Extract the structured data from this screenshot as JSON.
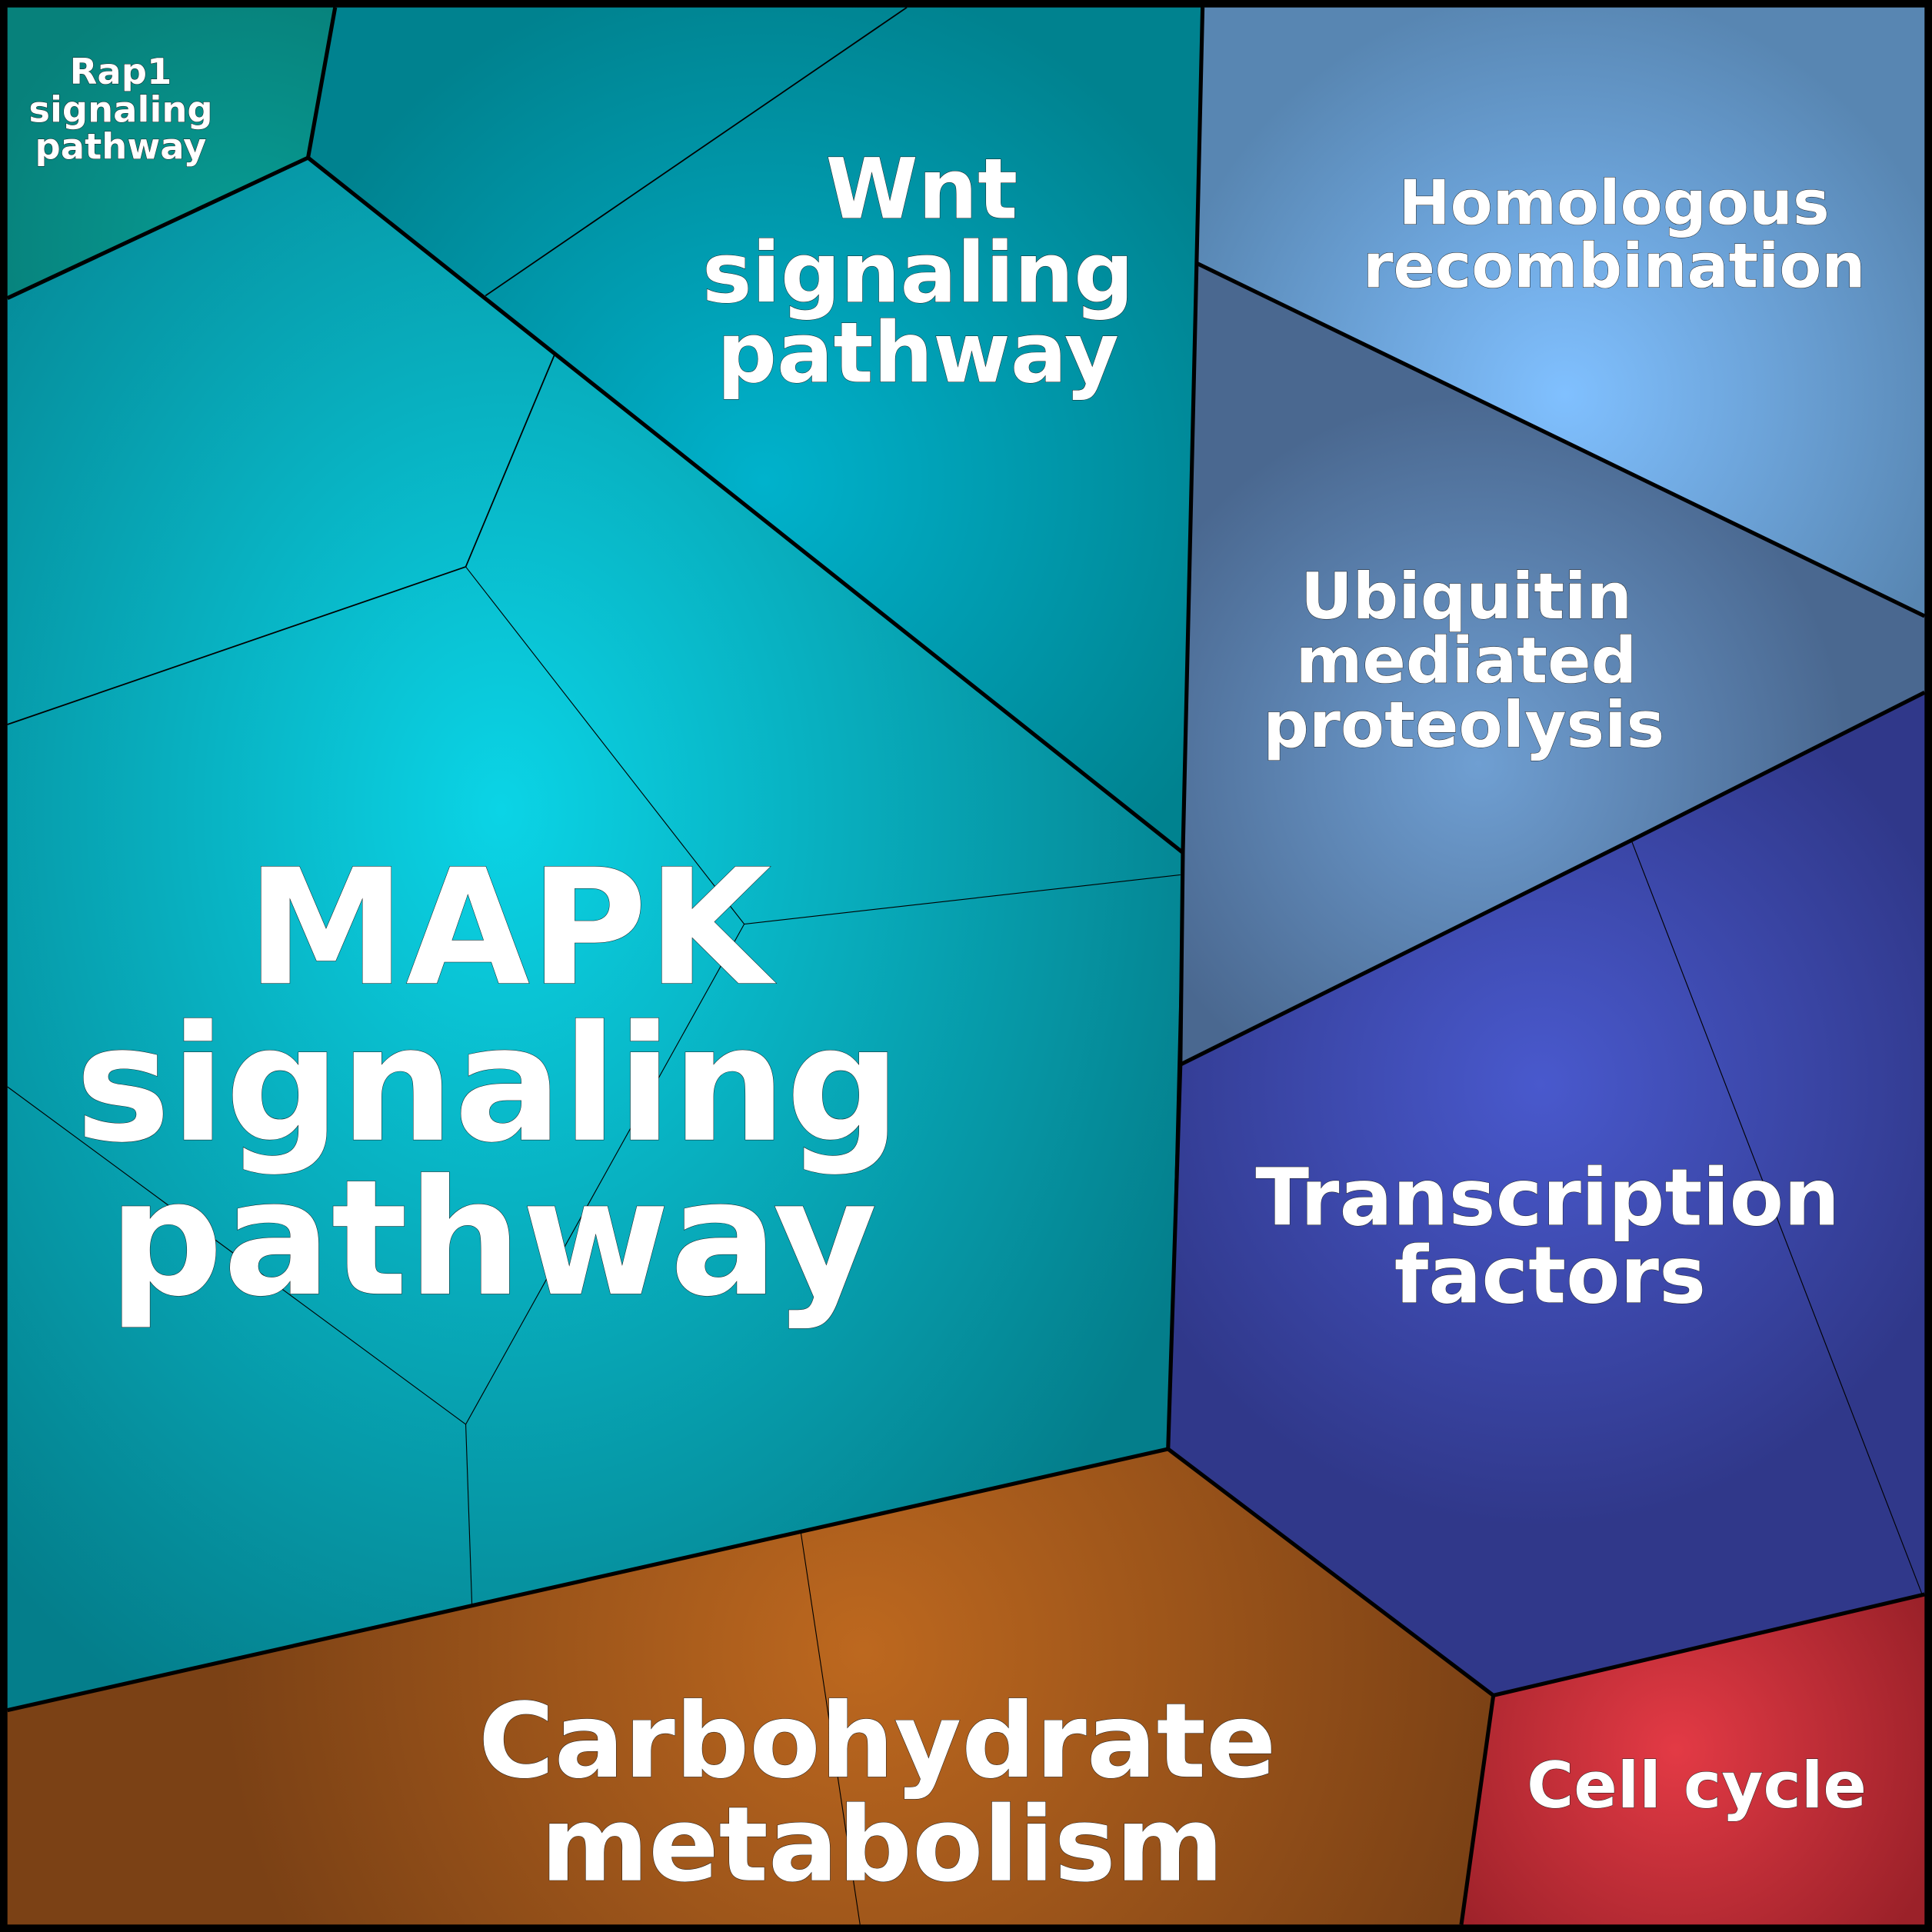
{
  "title": "Voronoi treemap of enriched pathways",
  "groups": [
    {
      "id": "mapk",
      "label_lines": [
        "MAPK",
        "signaling",
        "pathway"
      ],
      "color": "#07b6c9",
      "color_edge": "#057f8c"
    },
    {
      "id": "wnt",
      "label_lines": [
        "Wnt",
        "signaling",
        "pathway"
      ],
      "color": "#00aec9",
      "color_edge": "#00808f"
    },
    {
      "id": "rap1",
      "label_lines": [
        "Rap1",
        "signaling",
        "pathway"
      ],
      "color": "#069a93",
      "color_edge": "#07837c"
    },
    {
      "id": "homologous",
      "label_lines": [
        "Homologous",
        "recombination"
      ],
      "color": "#80bfff",
      "color_edge": "#5685b0"
    },
    {
      "id": "ubiquitin",
      "label_lines": [
        "Ubiquitin",
        "mediated",
        "proteolysis"
      ],
      "color": "#6a98c8",
      "color_edge": "#4a6890"
    },
    {
      "id": "transcription",
      "label_lines": [
        "Transcription",
        "factors"
      ],
      "color": "#4858c8",
      "color_edge": "#2f388a"
    },
    {
      "id": "carbohydrate",
      "label_lines": [
        "Carbohydrate",
        "metabolism"
      ],
      "color": "#ba661e",
      "color_edge": "#7d4216"
    },
    {
      "id": "cellcycle",
      "label_lines": [
        "Cell cycle"
      ],
      "color": "#e03a44",
      "color_edge": "#9c2129"
    }
  ]
}
